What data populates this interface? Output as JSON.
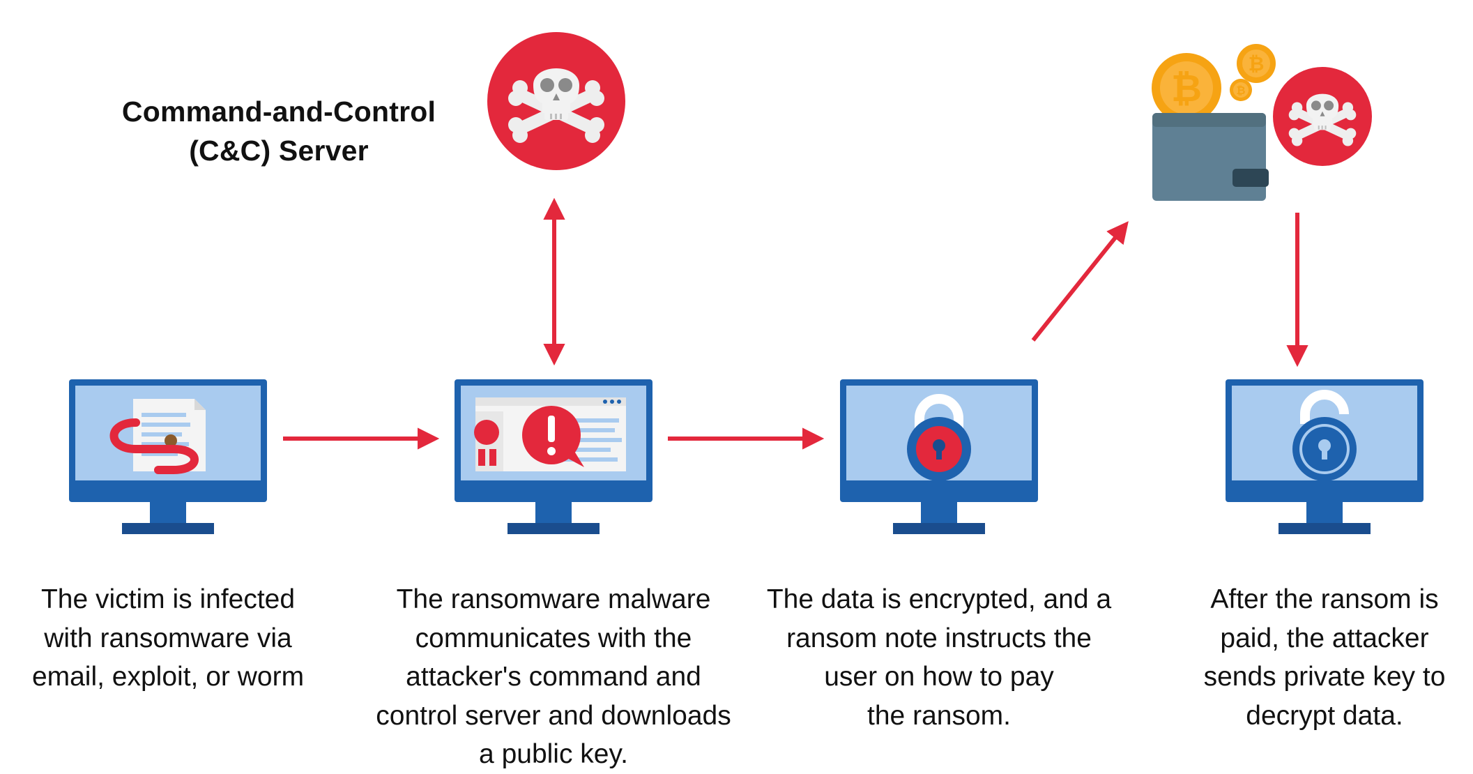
{
  "server_label": {
    "lines": [
      "Command-and-Control",
      "(C&C) Server"
    ]
  },
  "steps": [
    {
      "caption": [
        "The victim is infected",
        "with ransomware via",
        "email, exploit, or worm"
      ]
    },
    {
      "caption": [
        "The ransomware malware",
        "communicates with the",
        "attacker's command and",
        "control server and downloads",
        "a public key."
      ]
    },
    {
      "caption": [
        "The data is encrypted, and a",
        "ransom note instructs the",
        "user on how to pay",
        "the ransom."
      ]
    },
    {
      "caption": [
        "After the ransom is",
        "paid, the attacker",
        "sends private key to",
        "decrypt data."
      ]
    }
  ],
  "icons": {
    "server": "skull-crossbones-icon",
    "wallet": "wallet-icon",
    "coin": "bitcoin-coin-icon",
    "lock_closed": "closed-padlock-icon",
    "lock_open": "open-padlock-icon",
    "alert": "exclamation-alert-icon"
  },
  "colors": {
    "accent_red": "#E3283C",
    "monitor_blue": "#1E62AE",
    "screen_blue": "#A9CBEF",
    "stand_dark": "#1A4D8E",
    "coin_gold": "#F6A313",
    "wallet_gray": "#5F8094"
  }
}
